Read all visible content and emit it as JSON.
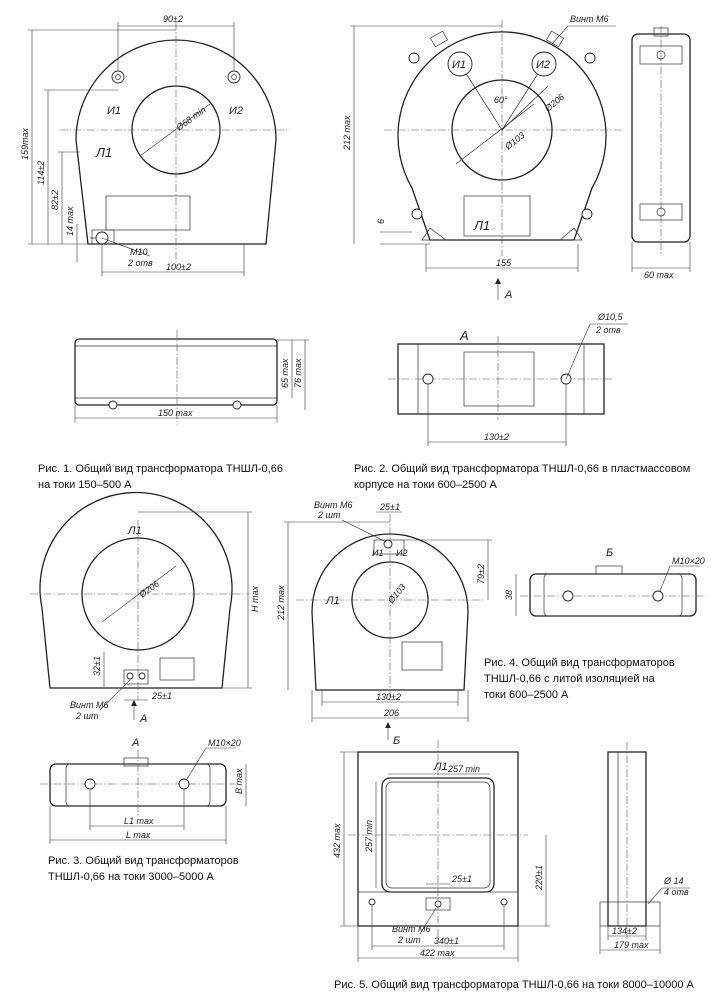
{
  "captions": {
    "fig1_line1": "Рис. 1. Общий вид трансформатора ТНШЛ-0,66",
    "fig1_line2": "на токи 150–500 А",
    "fig2_line1": "Рис. 2. Общий вид трансформатора ТНШЛ-0,66 в пластмассовом",
    "fig2_line2": "корпусе на токи 600–2500 А",
    "fig3_line1": "Рис. 3. Общий вид трансформаторов",
    "fig3_line2": "ТНШЛ-0,66 на токи 3000–5000 А",
    "fig4_line1": "Рис. 4. Общий вид трансформаторов",
    "fig4_line2": "ТНШЛ-0,66 с литой изоляцией на",
    "fig4_line3": "токи 600–2500 А",
    "fig5": "Рис. 5. Общий вид трансформатора ТНШЛ-0,66 на токи 8000–10000 А"
  },
  "fig1": {
    "width_top": "90±2",
    "h_total": "159max",
    "h_114": "114±2",
    "h_82": "82±2",
    "h_14": "14 max",
    "inner_d": "Ø68 min",
    "terminal1": "И1",
    "terminal2": "И2",
    "plate": "Л1",
    "bolt1": "М10",
    "bolt2": "2 отв",
    "base": "100±2",
    "bottom_w": "150 max",
    "bottom_h1": "65 max",
    "bottom_h2": "76 max"
  },
  "fig2": {
    "screw": "Винт М6",
    "terminal1": "И1",
    "terminal2": "И2",
    "angle": "60°",
    "d_outer": "Ø206",
    "d_inner": "Ø103",
    "h_total": "212 max",
    "h_6": "6",
    "plate": "Л1",
    "base": "155",
    "arrow": "А",
    "side_w": "60 max",
    "plan_label": "А",
    "hole_d": "Ø10,5",
    "hole_n": "2 отв",
    "plan_w": "130±2"
  },
  "fig3": {
    "plate": "Л1",
    "d": "Ø206",
    "h": "H max",
    "h_32": "32±1",
    "screw": "Винт М6",
    "screw_n": "2 шт",
    "w_25": "25±1",
    "arrow": "А",
    "plan_label": "А",
    "bolt": "М10×20",
    "b_max": "B max",
    "l1": "L1 max",
    "l": "L max"
  },
  "fig4": {
    "screw": "Винт М6",
    "screw_n": "2 шт",
    "w_25": "25±1",
    "t1": "И1",
    "t2": "И2",
    "d": "Ø103",
    "h_212": "212 max",
    "h_79": "79±2",
    "plate": "Л1",
    "w_130": "130±2",
    "w_206": "206",
    "arrow": "Б",
    "side_label": "Б",
    "side_h": "38",
    "bolt": "М10×20"
  },
  "fig5": {
    "top_w": "257 min",
    "h_257": "257 min",
    "h_432": "432 max",
    "plate": "Л1",
    "w_25": "25±1",
    "h_220": "220±1",
    "screw": "Винт М6",
    "screw_n": "2 шт",
    "w_340": "340±1",
    "w_422": "422 max",
    "hole": "Ø 14",
    "hole_n": "4 отв",
    "side_134": "134±2",
    "side_179": "179 max"
  }
}
